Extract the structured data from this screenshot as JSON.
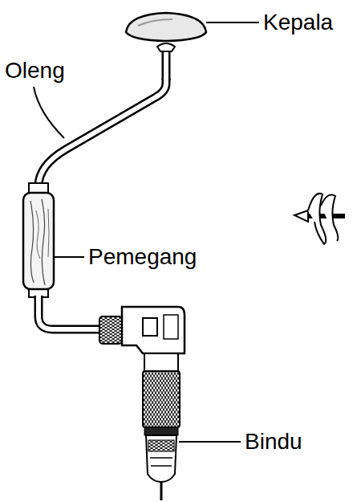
{
  "diagram": {
    "labels": [
      "Kepala",
      "Oleng",
      "Pemegang",
      "Bindu"
    ]
  }
}
